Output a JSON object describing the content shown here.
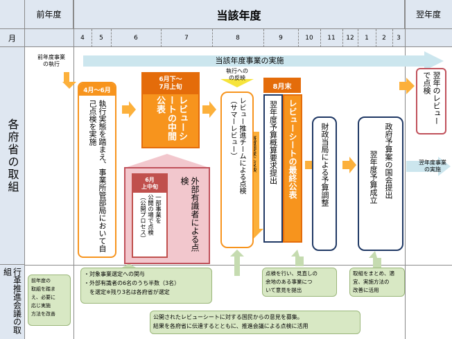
{
  "header": {
    "prev_year": "前年度",
    "current_year": "当該年度",
    "next_year": "翌年度",
    "month_label": "月",
    "months": [
      "4",
      "5",
      "6",
      "7",
      "8",
      "9",
      "10",
      "11",
      "12",
      "1",
      "2",
      "3"
    ]
  },
  "rows": {
    "ministries": "各府省の取組",
    "council": "行革推進会議の取組"
  },
  "flow": {
    "prev_exec": "前年度事業\nの執行",
    "current_exec": "当該年度事業の実施",
    "next_exec": "翌年度事業\nの実施",
    "reflect": "執行への\nの反映",
    "budget_request_reflect": "概算要求に反映"
  },
  "boxes": {
    "apr_jun_tag": "4月〜6月",
    "self_check": "執行実態を踏まえ、事業所管部局において自己点検を実施",
    "interim_tag": "6月下〜\n7月上旬",
    "interim": "レビューシートの中間公表",
    "external": "外部有識者による点検",
    "jun_mid_tag": "6月\n上中旬",
    "public_check": "一部事業を\n公開の場で点検\n（公開プロセス）",
    "review_team": "レビュー推進チームによる点検\n（サマーレビュー）",
    "aug_end_tag": "8月末",
    "budget_submit": "翌年度予算概算要求提出",
    "final_publish": "レビューシートの最終公表",
    "fin_adjust": "財政当局による予算調整",
    "gov_budget": "政府予算案の国会提出",
    "budget_pass": "翌年度予算成立",
    "next_review": "翌年のレビューで点検"
  },
  "notes": {
    "council_prev": "前年度の\n取組を踏ま\nえ、必要に\n応じ実施\n方法を改善",
    "involve": "・対象事業選定への関与\n・外部有識者の6名のうち半数（3名）\n　を選定※残り3名は各府省が選定",
    "opinion": "点検を行い、見直しの\n余地のある事業につ\nいて意見を提出",
    "summary": "取組をまとめ、適\n宜、実施方法の\n改善に活用",
    "public_opinion": "公開されたレビューシートに対する国民からの意見を募集。\n結果を各府省に伝達するとともに、推進会議による点検に活用"
  },
  "colors": {
    "header_bg": "#dfe7f1",
    "orange": "#f7941d",
    "orange_dark": "#e46c0a",
    "navy": "#1f3864",
    "pink_bg": "#f2c7cd",
    "pink_border": "#c0505a",
    "red_tag": "#c0504d",
    "arrow_blue": "#cce6ee",
    "arrow_orange": "#fcb03b",
    "note_green": "#d8e8c4",
    "arrow_green": "#c5dbb0"
  }
}
